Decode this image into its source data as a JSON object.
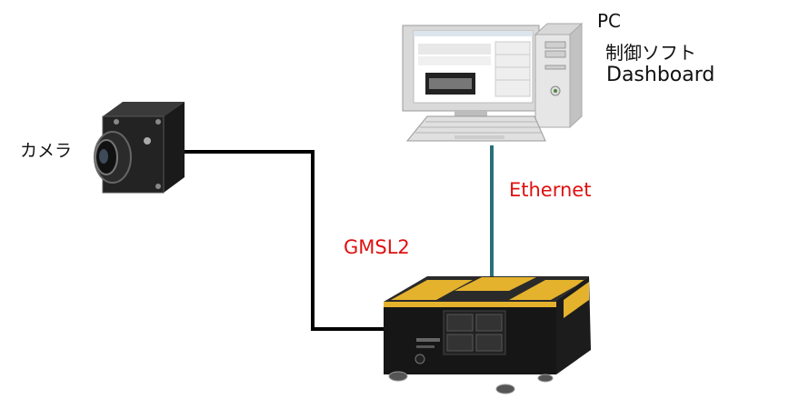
{
  "labels": {
    "pc": "PC",
    "control_software": "制御ソフト",
    "dashboard": "Dashboard",
    "camera": "カメラ",
    "ethernet": "Ethernet",
    "gmsl2": "GMSL2"
  },
  "colors": {
    "connection_label": "#e01010",
    "gmsl2_cable": "#000000",
    "ethernet_cable": "#2a6f7a",
    "device_accent": "#e4b22c"
  }
}
